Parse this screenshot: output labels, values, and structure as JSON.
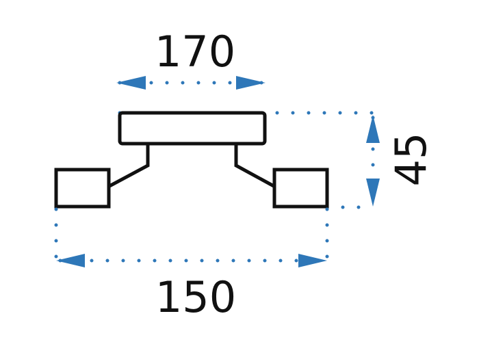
{
  "dimensions": {
    "top_width": "170",
    "height": "45",
    "bottom_width": "150"
  },
  "colors": {
    "dimension_line": "#2e77b8",
    "outline": "#111111",
    "background": "#ffffff"
  }
}
